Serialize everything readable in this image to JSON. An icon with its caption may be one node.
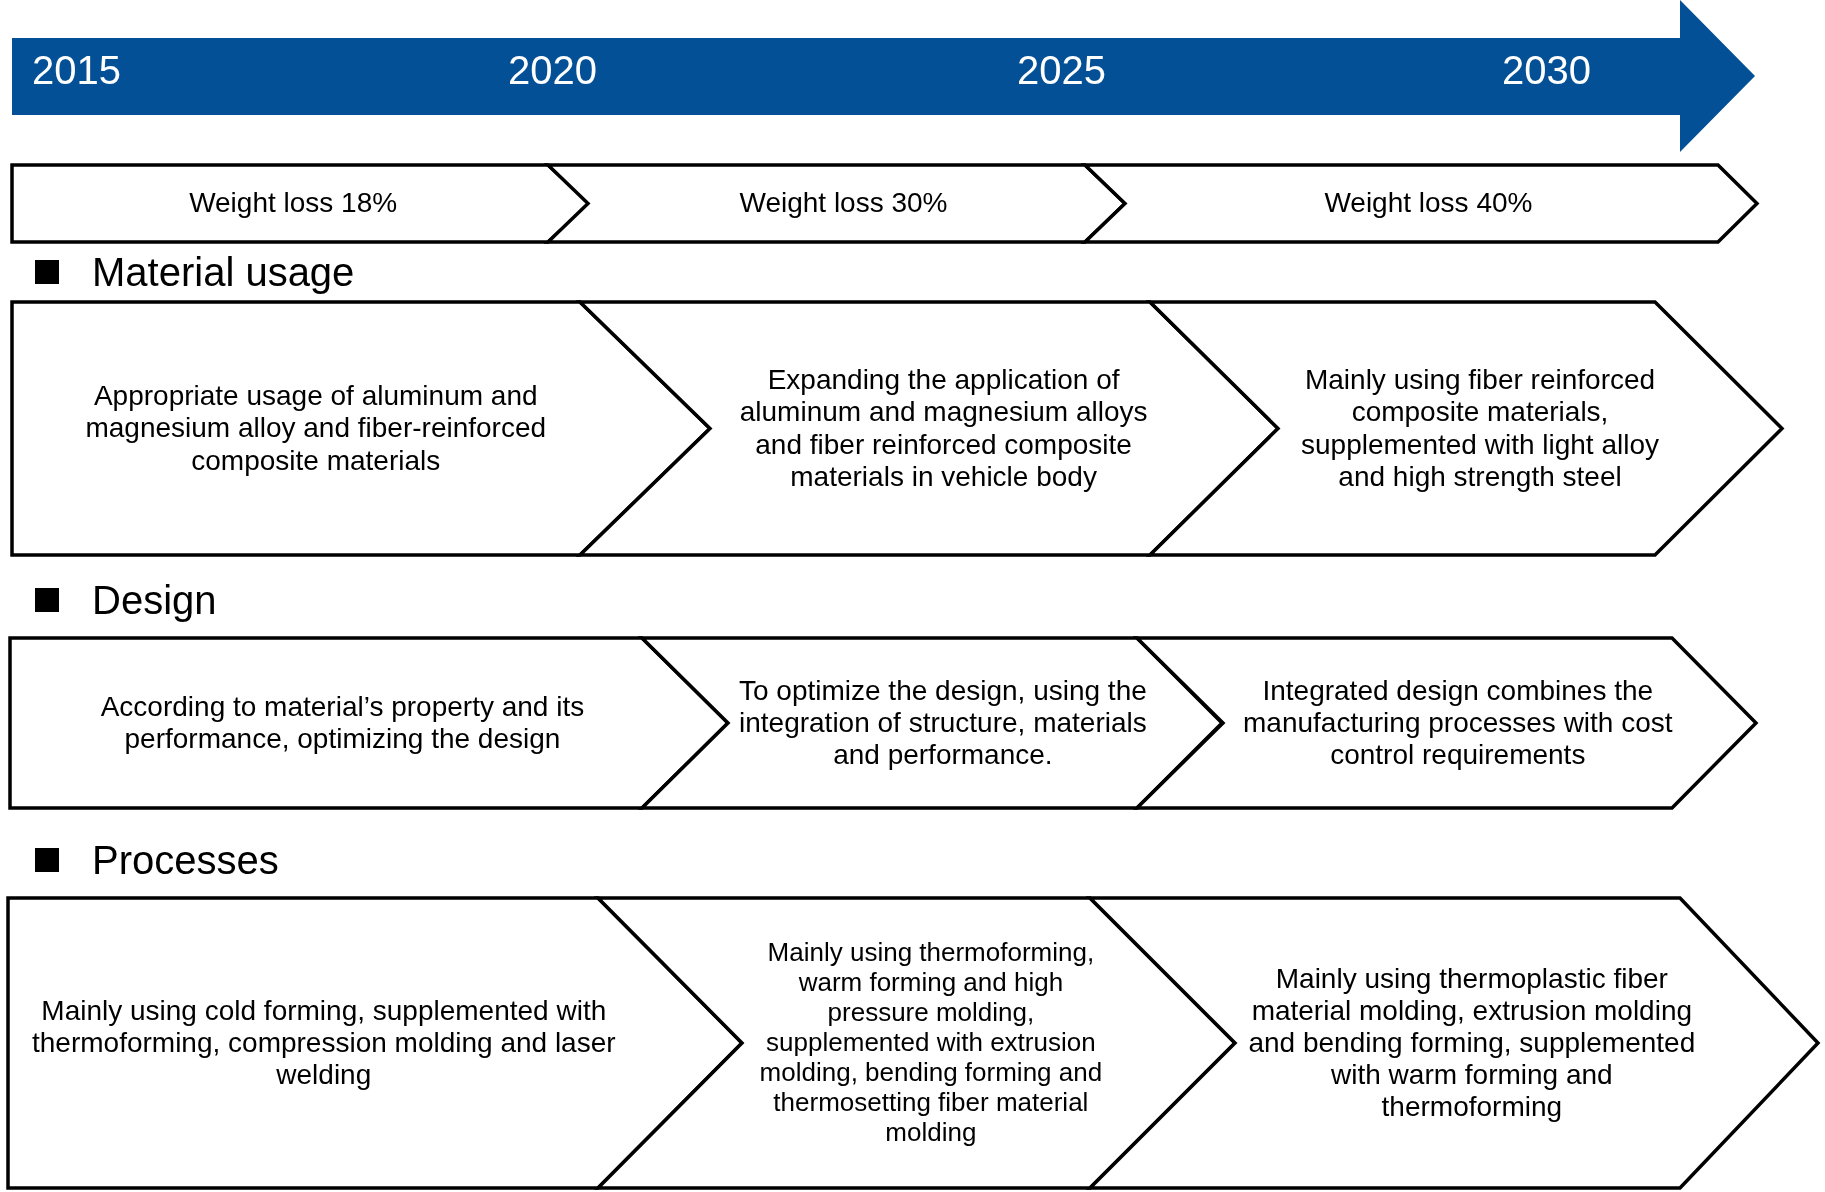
{
  "diagram": {
    "nodes": [
      {
        "text": [
          "2015",
          "2020",
          "2025",
          "2030"
        ]
      },
      {
        "text": [
          "Weight loss 18%"
        ]
      },
      {
        "text": [
          "Weight loss 30%"
        ]
      },
      {
        "text": [
          "Weight loss 40%"
        ]
      },
      {
        "text": [
          "Appropriate usage of aluminum and magnesium alloy and fiber-reinforced composite materials"
        ]
      },
      {
        "text": [
          "Expanding the application of aluminum and magnesium alloys and fiber reinforced composite materials in vehicle body"
        ]
      },
      {
        "text": [
          "Mainly using fiber reinforced composite materials, supplemented with light alloy and high strength steel"
        ]
      },
      {
        "text": [
          "According to material’s property and its performance, optimizing the design"
        ]
      },
      {
        "text": [
          "To optimize the design, using the integration of structure, materials and performance."
        ]
      },
      {
        "text": [
          "Integrated design combines the manufacturing processes with cost control requirements"
        ]
      },
      {
        "text": [
          "Mainly using cold forming, supplemented with thermoforming, compression molding and laser welding"
        ]
      },
      {
        "text": [
          "Mainly using thermoforming, warm forming and  high pressure molding, supplemented with extrusion molding, bending forming and thermosetting fiber material molding"
        ]
      },
      {
        "text": [
          "Mainly using thermoplastic fiber material molding, extrusion molding and bending forming, supplemented with warm forming and thermoforming"
        ]
      }
    ],
    "labels": [
      "Material usage",
      "Design",
      "Processes"
    ]
  }
}
